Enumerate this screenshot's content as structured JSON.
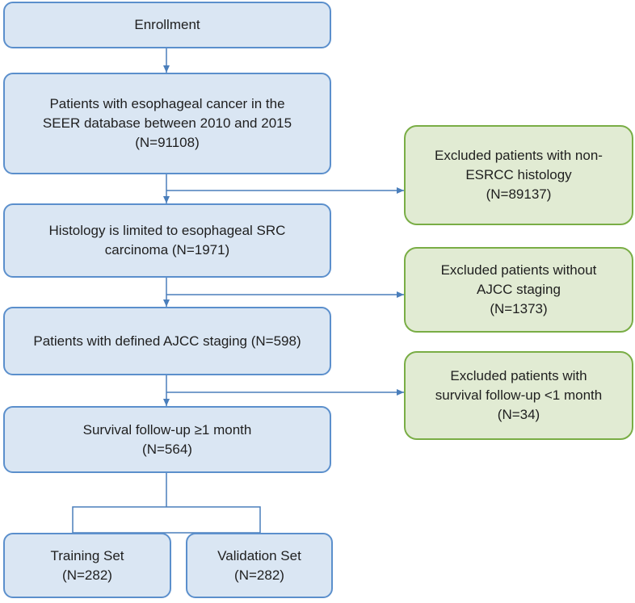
{
  "nodes": {
    "enrollment": "Enrollment",
    "seer": "Patients with esophageal cancer in the\nSEER database between 2010 and 2015\n(N=91108)",
    "histology": "Histology is limited to esophageal SRC\ncarcinoma (N=1971)",
    "ajcc": "Patients with defined AJCC staging (N=598)",
    "survival": "Survival follow-up ≥1 month\n(N=564)",
    "training": "Training Set\n(N=282)",
    "validation": "Validation Set\n(N=282)",
    "excl_histology": "Excluded patients with non-\nESRCC histology\n(N=89137)",
    "excl_ajcc": "Excluded patients without\nAJCC staging\n(N=1373)",
    "excl_survival": "Excluded patients with\nsurvival follow-up <1 month\n(N=34)"
  },
  "colors": {
    "main_fill": "#dae6f3",
    "main_border": "#5b8fcc",
    "excluded_fill": "#e1ebd3",
    "excluded_border": "#79ad45",
    "connector": "#4a7ebb"
  }
}
